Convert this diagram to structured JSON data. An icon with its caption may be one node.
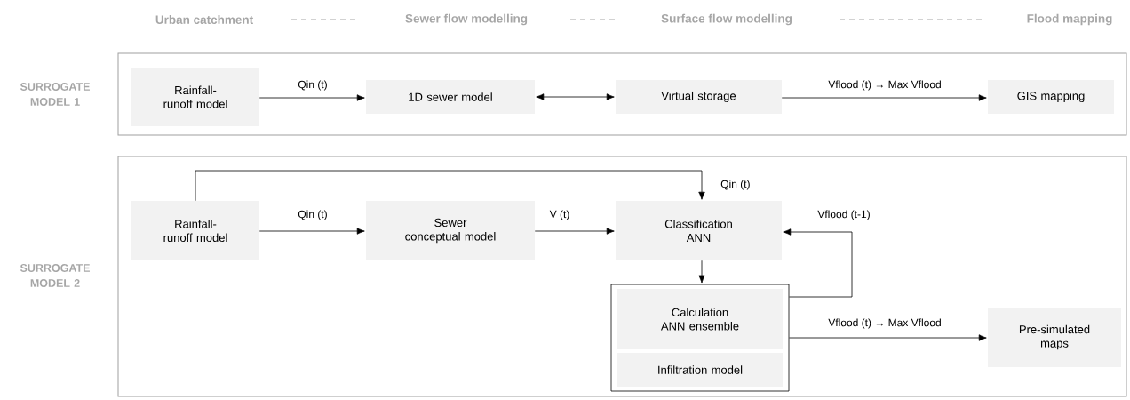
{
  "diagram": {
    "nodes": [
      {
        "text": [
          "SURROGATE MODEL 1"
        ]
      },
      {
        "text": [
          "Rainfall-runoff model"
        ],
        "in": 0
      },
      {
        "text": [
          "1D sewer model"
        ],
        "in": 0
      },
      {
        "text": [
          "Virtual storage"
        ],
        "in": 0
      },
      {
        "text": [
          "GIS mapping"
        ],
        "in": 0
      },
      {
        "text": [
          "SURROGATE MODEL 2"
        ]
      },
      {
        "text": [
          "Rainfall-runoff model"
        ],
        "in": 5
      },
      {
        "text": [
          "Sewer conceptual model"
        ],
        "in": 5
      },
      {
        "text": [
          "Classification ANN"
        ],
        "in": 5
      },
      {
        "text": [],
        "shape": "box",
        "in": 5
      },
      {
        "text": [
          "Calculation ANN ensemble"
        ],
        "in": 9
      },
      {
        "text": [
          "Infiltration model"
        ],
        "in": 9
      },
      {
        "text": [
          "Pre-simulated maps"
        ],
        "in": 5
      }
    ],
    "edges": [
      {
        "from": 1,
        "to": 2,
        "arrow": "to",
        "label": "Qin (t)"
      },
      {
        "from": 2,
        "to": 3,
        "arrow": "both"
      },
      {
        "from": 3,
        "to": 4,
        "arrow": "to",
        "label": "Vflood (t) → Max Vflood"
      },
      {
        "from": 6,
        "to": 8,
        "arrow": "to",
        "label": "Qin (t)"
      },
      {
        "from": 6,
        "to": 7,
        "arrow": "to",
        "label": "Qin (t)"
      },
      {
        "from": 7,
        "to": 8,
        "arrow": "to",
        "label": "V (t)"
      },
      {
        "from": 8,
        "to": 9,
        "arrow": "to"
      },
      {
        "from": 9,
        "to": 8,
        "arrow": "to",
        "label": "Vflood (t-1)"
      },
      {
        "from": 9,
        "to": 12,
        "arrow": "to",
        "label": "Vflood (t) → Max Vflood"
      }
    ],
    "labels": [
      "Urban catchment",
      "Sewer flow modelling",
      "Surface flow modelling",
      "Flood mapping"
    ]
  }
}
